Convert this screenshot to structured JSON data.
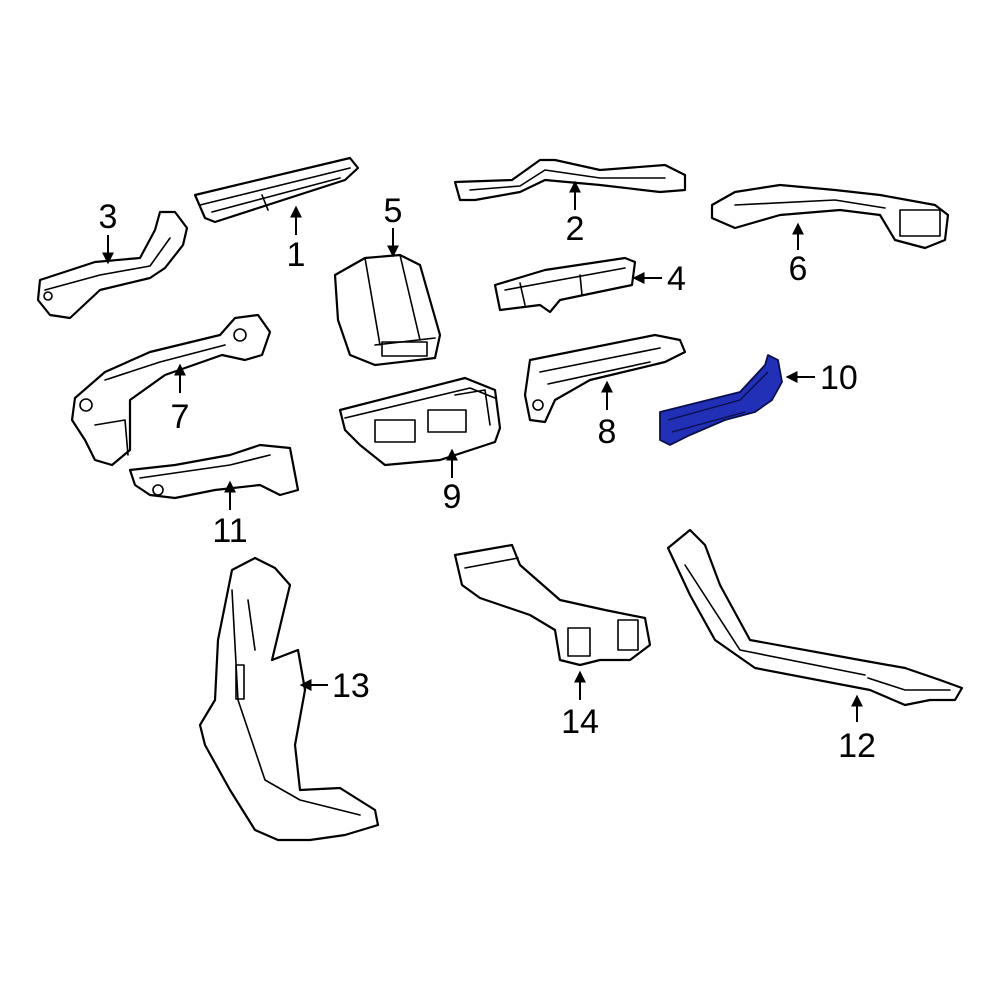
{
  "diagram": {
    "highlight_color": "#2230b8",
    "highlighted_part": "10",
    "callouts": [
      "1",
      "2",
      "3",
      "4",
      "5",
      "6",
      "7",
      "8",
      "9",
      "10",
      "11",
      "12",
      "13",
      "14"
    ]
  }
}
